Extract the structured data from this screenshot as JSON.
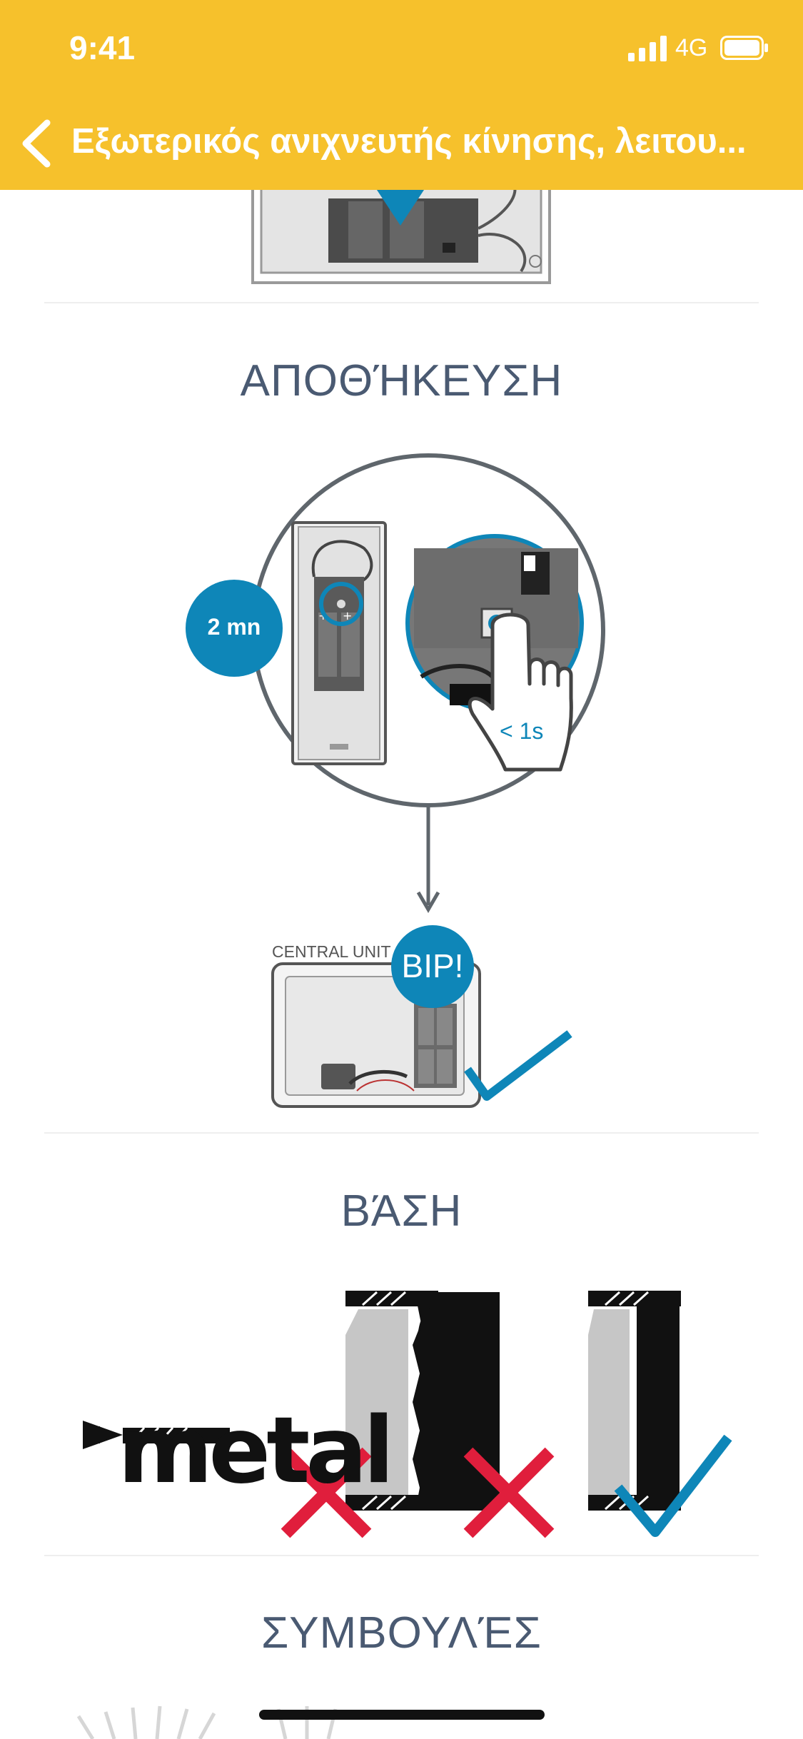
{
  "status_bar": {
    "time": "9:41",
    "network": "4G"
  },
  "nav": {
    "title": "Εξωτερικός ανιχνευτής κίνησης, λειτου..."
  },
  "sections": [
    {
      "title": "ΑΠΟΘΉΚΕΥΣΗ"
    },
    {
      "title": "ΒΆΣΗ"
    },
    {
      "title": "ΣΥΜΒΟΥΛΈΣ"
    }
  ],
  "illustrations": {
    "save_timer": "2 mn",
    "press_duration": "< 1s",
    "central_unit_label": "CENTRAL UNIT",
    "beep": "BIP!",
    "metal_word": "metal"
  },
  "colors": {
    "accent_yellow": "#f6c12c",
    "accent_blue": "#0e86b8",
    "cross_red": "#e01e3c"
  }
}
